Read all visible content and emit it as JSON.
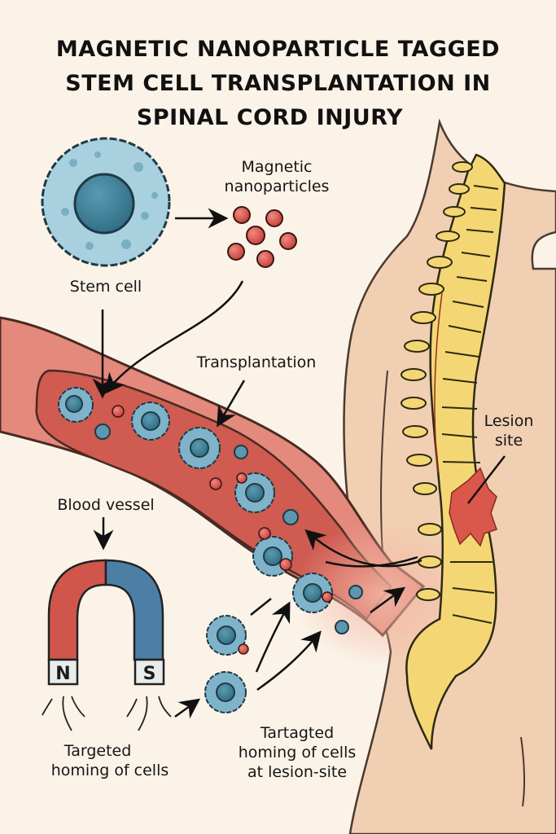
{
  "title": {
    "lines": [
      "MAGNETIC NANOPARTICLE TAGGED",
      "STEM CELL TRANSPLANTATION IN",
      "SPINAL CORD INJURY"
    ]
  },
  "labels": {
    "stem_cell": "Stem cell",
    "magnetic_nanoparticles": [
      "Magnetic",
      "nanoparticles"
    ],
    "transplantation": "Transplantation",
    "blood_vessel": "Blood vessel",
    "lesion_site": [
      "Lesion",
      "site"
    ],
    "targeted_homing": [
      "Targeted",
      "homing of cells"
    ],
    "targeted_homing_lesion": [
      "Tartagted",
      "homing of cells",
      "at lesion-site"
    ]
  },
  "magnet": {
    "north_pole": "N",
    "south_pole": "S",
    "north_color": "#d0564b",
    "south_color": "#4d7fa6"
  },
  "colors": {
    "background": "#fbf3e8",
    "skin": "#f1cfb3",
    "vessel": "#d9756a",
    "spine": "#f4d774",
    "lesion": "#d9574b",
    "cell": "#7fb3c9",
    "nucleus": "#3f7f96",
    "nanoparticle": "#d24b45"
  }
}
